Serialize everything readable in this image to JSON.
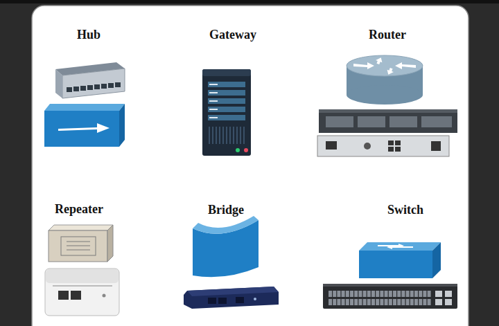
{
  "diagram": {
    "labels": [
      "Hub",
      "Gateway",
      "Router",
      "Repeater",
      "Bridge",
      "Switch"
    ]
  }
}
